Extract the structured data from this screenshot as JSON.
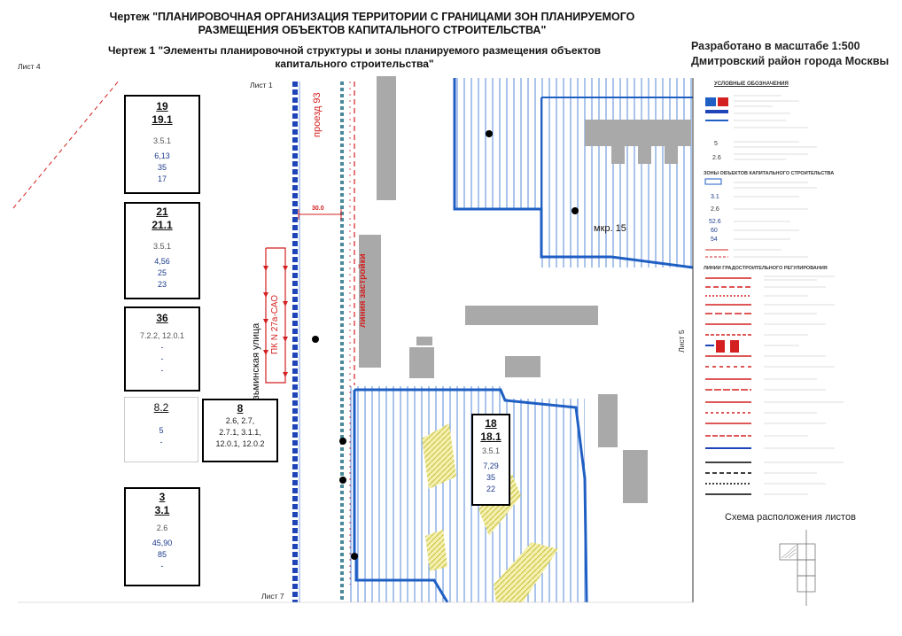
{
  "header": {
    "title_line1": "Чертеж \"ПЛАНИРОВОЧНАЯ ОРГАНИЗАЦИЯ ТЕРРИТОРИИ С ГРАНИЦАМИ ЗОН ПЛАНИРУЕМОГО",
    "title_line2": "РАЗМЕЩЕНИЯ ОБЪЕКТОВ КАПИТАЛЬНОГО СТРОИТЕЛЬСТВА\"",
    "subtitle_line1": "Чертеж 1 \"Элементы планировочной структуры и зоны планируемого размещения объектов",
    "subtitle_line2": "капитального строительства\"",
    "scale": "Разработано в масштабе 1:500",
    "district": "Дмитровский район города Москвы"
  },
  "sheets": {
    "sheet4": "Лист 4",
    "sheet1": "Лист 1",
    "sheet5": "Лист 5",
    "sheet7": "Лист 7"
  },
  "map_labels": {
    "street": "Клязьминская улица",
    "passage": "проезд 93",
    "building_line": "линия застройки",
    "pk": "ПК N 27а-САО",
    "dimension": "30.0",
    "micro_district": "мкр. 15"
  },
  "zones": [
    {
      "num": "19",
      "sub": "19.1",
      "use": "3.5.1",
      "l1": "6,13",
      "l2": "35",
      "l3": "17"
    },
    {
      "num": "21",
      "sub": "21.1",
      "use": "3.5.1",
      "l1": "4,56",
      "l2": "25",
      "l3": "23"
    },
    {
      "num": "36",
      "use": "7.2.2, 12.0.1",
      "l1": "-",
      "l2": "-",
      "l3": "-"
    },
    {
      "num": "8.2",
      "l1": "5",
      "l2": "-"
    },
    {
      "num": "8",
      "use1": "2.6, 2.7,",
      "use2": "2.7.1, 3.1.1,",
      "use3": "12.0.1, 12.0.2"
    },
    {
      "num": "18",
      "sub": "18.1",
      "use": "3.5.1",
      "l1": "7,29",
      "l2": "35",
      "l3": "22"
    },
    {
      "num": "3",
      "sub": "3.1",
      "use": "2.6",
      "l1": "45,90",
      "l2": "85",
      "l3": "-"
    }
  ],
  "legend": {
    "title": "УСЛОВНЫЕ ОБОЗНАЧЕНИЯ",
    "section2": "ЗОНЫ ОБЪЕКТОВ КАПИТАЛЬНОГО СТРОИТЕЛЬСТВА",
    "section3": "ЛИНИИ ГРАДОСТРОИТЕЛЬНОГО РЕГУЛИРОВАНИЯ",
    "samples": [
      "5",
      "2.6",
      "3.1",
      "2.6",
      "52.6",
      "60",
      "54"
    ],
    "scheme_title": "Схема расположения листов"
  },
  "colors": {
    "zone_blue": "#1f5fc4",
    "red_line": "#d42020",
    "building_gray": "#a9a9a9",
    "yellow_hatch": "#e8e070"
  }
}
